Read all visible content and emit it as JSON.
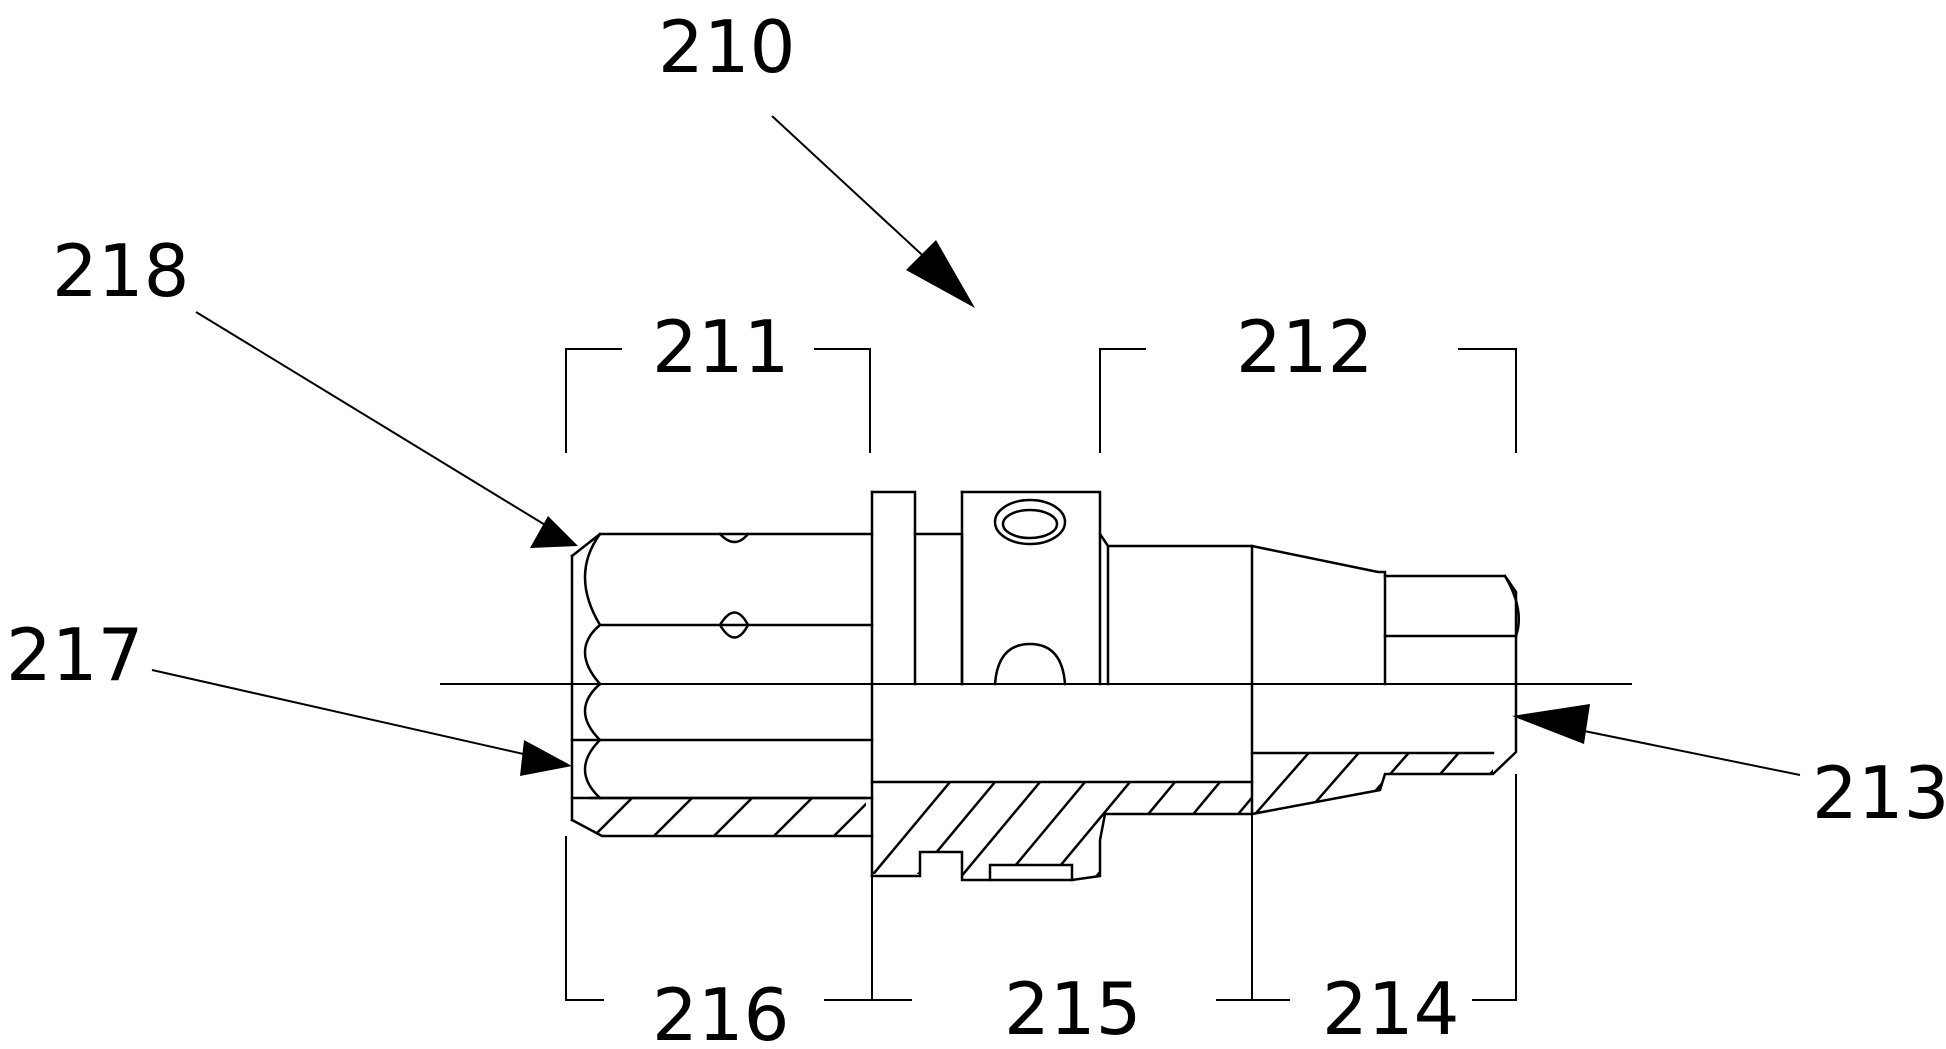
{
  "labels": {
    "assembly": "210",
    "section_left": "211",
    "section_right": "212",
    "item_213": "213",
    "item_214": "214",
    "item_215": "215",
    "item_216": "216",
    "item_217": "217",
    "item_218": "218"
  },
  "colors": {
    "line": "#000000",
    "background": "#ffffff"
  }
}
